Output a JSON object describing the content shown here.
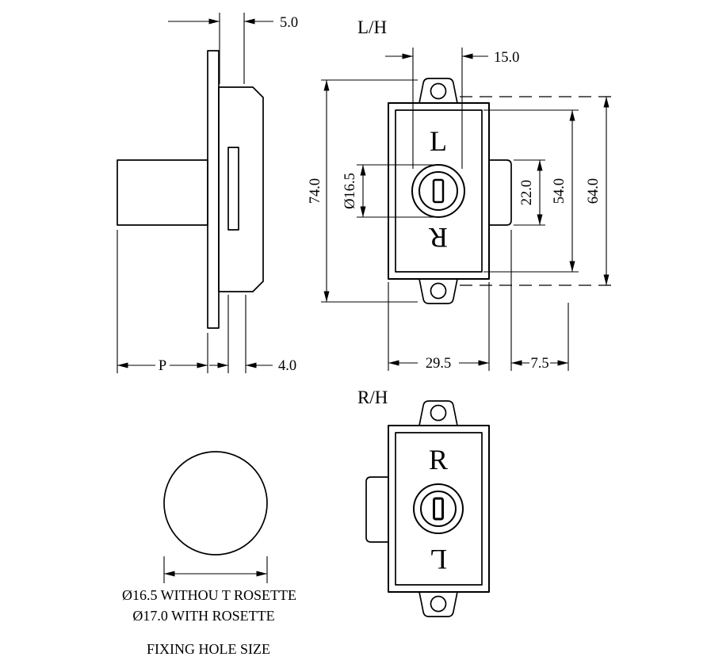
{
  "colors": {
    "line": "#000000",
    "background": "#ffffff"
  },
  "side_view": {
    "dim_plate_thickness": "5.0",
    "dim_projection": "P",
    "dim_backset": "4.0"
  },
  "lh_view": {
    "title": "L/H",
    "letter_top": "L",
    "letter_bottom": "R",
    "dim_top_offset": "15.0",
    "dim_overall_height": "74.0",
    "dim_keyhole_dia": "Ø16.5",
    "dim_cam_height": "22.0",
    "dim_inner_height": "54.0",
    "dim_body_height": "64.0",
    "dim_body_width": "29.5",
    "dim_cam_offset": "7.5"
  },
  "rh_view": {
    "title": "R/H",
    "letter_top": "R",
    "letter_bottom": "L"
  },
  "fixing_hole": {
    "note_without_rosette": "Ø16.5 WITHOU T ROSETTE",
    "note_with_rosette": "Ø17.0 WITH ROSETTE",
    "caption": "FIXING HOLE SIZE"
  }
}
